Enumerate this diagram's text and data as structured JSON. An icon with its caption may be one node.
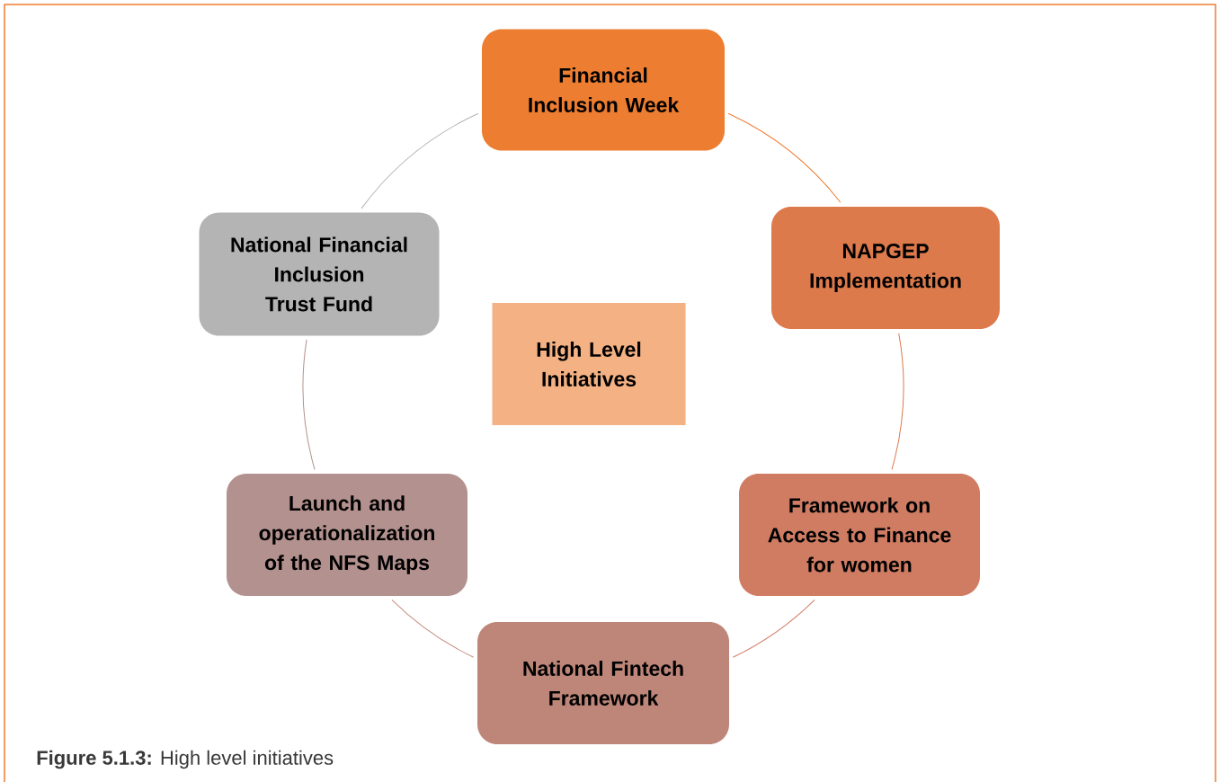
{
  "diagram": {
    "caption": "**Figure 5.1.3:** High level initiatives",
    "nodes": [
      {
        "text": [
          "Financial Inclusion Week"
        ]
      },
      {
        "text": [
          "NAPGEP Implementation"
        ]
      },
      {
        "text": [
          "National Financial Inclusion Trust Fund"
        ]
      },
      {
        "text": [
          "High Level Initiatives"
        ]
      },
      {
        "text": [
          "Launch and operationalization of the NFS Maps"
        ]
      },
      {
        "text": [
          "Framework on Access to Finance for women"
        ]
      },
      {
        "text": [
          "National Fintech Framework"
        ]
      }
    ],
    "edges": [
      {
        "from": 0,
        "to": 1,
        "arrow": "none",
        "color": "#ed7d31"
      },
      {
        "from": 1,
        "to": 5,
        "arrow": "none",
        "color": "#dd7a4c"
      },
      {
        "from": 5,
        "to": 6,
        "arrow": "none",
        "color": "#cf7c63"
      },
      {
        "from": 6,
        "to": 4,
        "arrow": "none",
        "color": "#c8907f"
      },
      {
        "from": 4,
        "to": 2,
        "arrow": "none",
        "color": "#b3918e"
      },
      {
        "from": 2,
        "to": 0,
        "arrow": "none",
        "color": "#b4b4b4"
      }
    ]
  }
}
